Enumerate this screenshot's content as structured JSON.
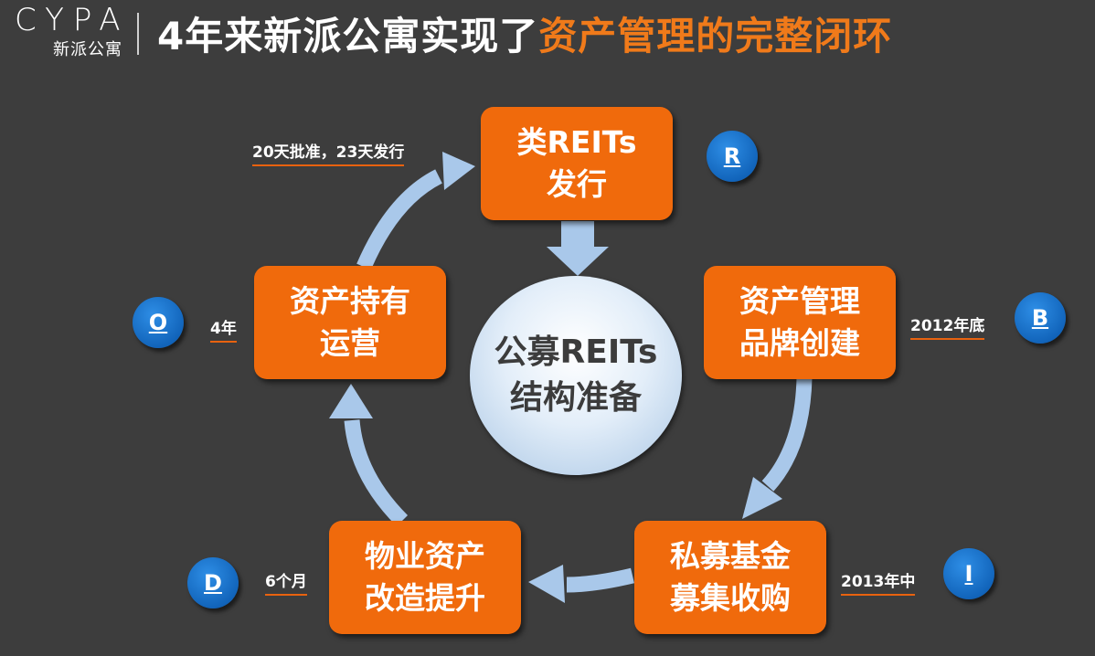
{
  "logo": {
    "letters": "CYPA",
    "subtitle": "新派公寓"
  },
  "title": {
    "main": "4年来新派公寓实现了",
    "highlight": "资产管理的完整闭环"
  },
  "center": {
    "line1": "公募REITs",
    "line2": "结构准备"
  },
  "nodes": {
    "reits": {
      "line1": "类REITs",
      "line2": "发行"
    },
    "brand": {
      "line1": "资产管理",
      "line2": "品牌创建"
    },
    "fund": {
      "line1": "私募基金",
      "line2": "募集收购"
    },
    "renovate": {
      "line1": "物业资产",
      "line2": "改造提升"
    },
    "operate": {
      "line1": "资产持有",
      "line2": "运营"
    }
  },
  "notes": {
    "reits": "20天批准，23天发行",
    "brand": "2012年底",
    "fund": "2013年中",
    "renovate": "6个月",
    "operate": "4年"
  },
  "badges": {
    "r": "R",
    "b": "B",
    "i": "I",
    "d": "D",
    "o": "O"
  },
  "colors": {
    "node": "#f06a0c",
    "arrow": "#a9c8ea",
    "badge": "#0e5fb5",
    "title_highlight": "#f07a1a"
  }
}
